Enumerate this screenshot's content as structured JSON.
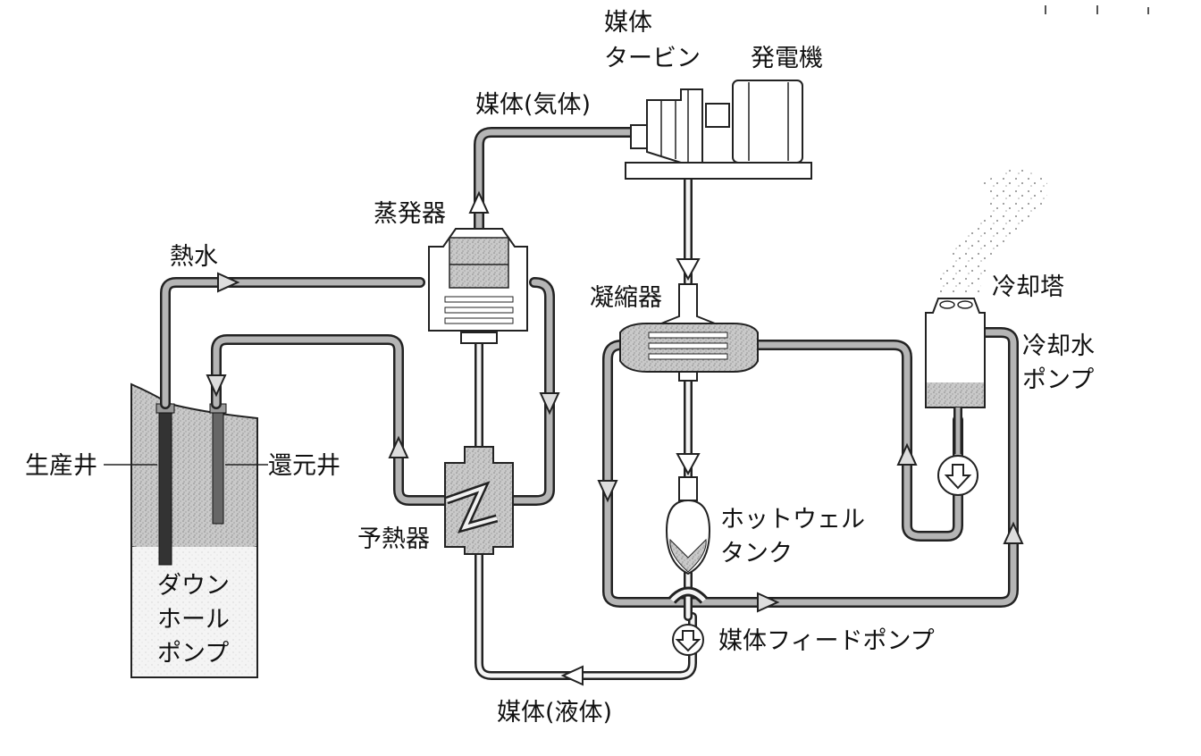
{
  "diagram": {
    "labels": {
      "turbine_line1": "媒体",
      "turbine_line2": "タービン",
      "generator": "発電機",
      "vapor": "媒体(気体)",
      "evaporator": "蒸発器",
      "hot_water": "熱水",
      "condenser": "凝縮器",
      "cooling_tower": "冷却塔",
      "cw_pump_line1": "冷却水",
      "cw_pump_line2": "ポンプ",
      "production_well": "生産井",
      "reinjection_well": "還元井",
      "preheater": "予熱器",
      "hotwell_line1": "ホットウェル",
      "hotwell_line2": "タンク",
      "downhole_line1": "ダウン",
      "downhole_line2": "ホール",
      "downhole_line3": "ポンプ",
      "feed_pump": "媒体フィードポンプ",
      "liquid": "媒体(液体)"
    }
  }
}
